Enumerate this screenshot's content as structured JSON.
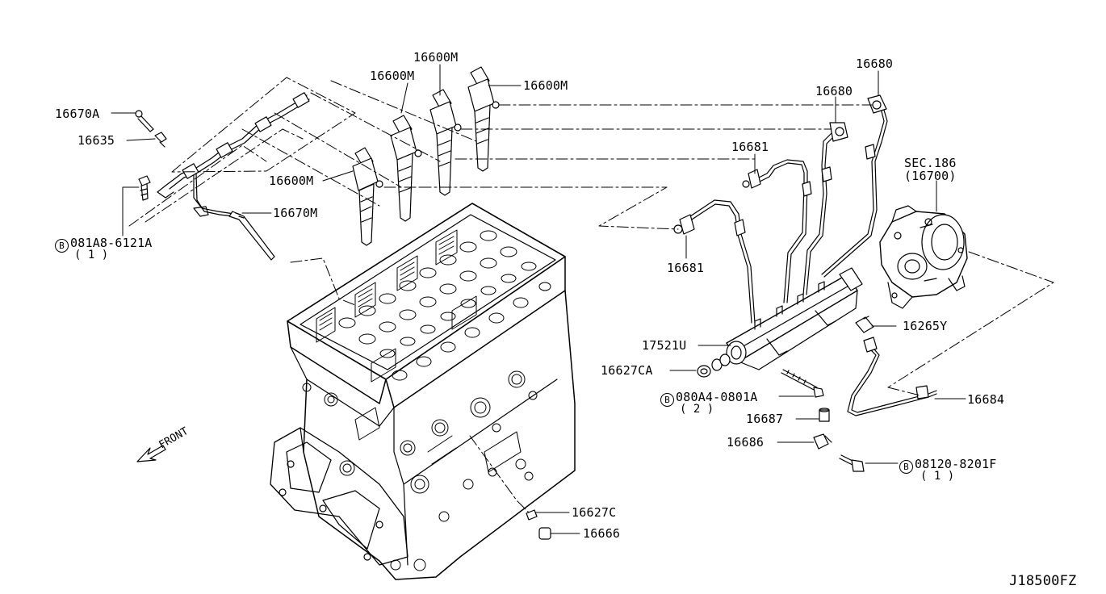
{
  "diagram_id": "J18500FZ",
  "front_label": "FRONT",
  "callouts": {
    "c16600m_a": "16600M",
    "c16600m_b": "16600M",
    "c16600m_c": "16600M",
    "c16600m_d": "16600M",
    "c16670a": "16670A",
    "c16635": "16635",
    "c16670m": "16670M",
    "bolt_081a8": {
      "symbol": "B",
      "part": "081A8-6121A",
      "qty": "( 1 )"
    },
    "c16680_a": "16680",
    "c16680_b": "16680",
    "c16681_a": "16681",
    "c16681_b": "16681",
    "sec186": {
      "line1": "SEC.186",
      "line2": "(16700)"
    },
    "c16265y": "16265Y",
    "c17521u": "17521U",
    "c16627ca": "16627CA",
    "bolt_080a4": {
      "symbol": "B",
      "part": "080A4-0801A",
      "qty": "( 2 )"
    },
    "c16684": "16684",
    "c16687": "16687",
    "c16686": "16686",
    "bolt_08120": {
      "symbol": "B",
      "part": "08120-8201F",
      "qty": "( 1 )"
    },
    "c16627c": "16627C",
    "c16666": "16666"
  }
}
